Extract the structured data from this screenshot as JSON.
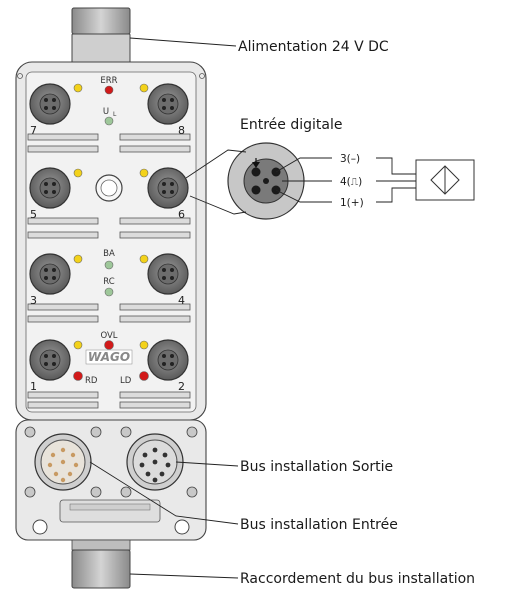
{
  "callouts": {
    "power": "Alimentation 24 V DC",
    "digital_input": "Entrée digitale",
    "bus_out": "Bus installation Sortie",
    "bus_in": "Bus installation Entrée",
    "bus_connection": "Raccordement du bus installation"
  },
  "pins": {
    "pin3": "3(–)",
    "pin4": "4(⎍)",
    "pin1": "1(+)"
  },
  "leds": {
    "err": "ERR",
    "ul": "U",
    "ul_sub": "L",
    "ba": "BA",
    "rc": "RC",
    "ovl": "OVL",
    "rd": "RD",
    "ld": "LD"
  },
  "ports": [
    "7",
    "8",
    "5",
    "6",
    "3",
    "4",
    "1",
    "2"
  ],
  "brand": "WAGO",
  "colors": {
    "led_red": "#d11a1a",
    "led_yellow": "#f3d21a",
    "led_green": "#9ec79a",
    "housing": "#ededed",
    "outline": "#444444"
  }
}
